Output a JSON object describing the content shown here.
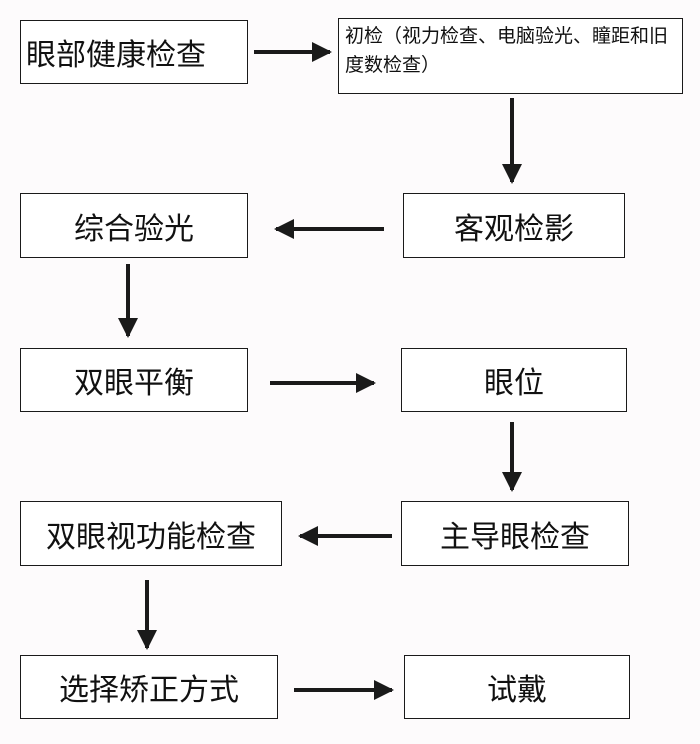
{
  "nodes": {
    "eye_exam": "眼部健康检查",
    "initial_exam": "初检（视力检查、电脑验光、瞳距和旧度数检查）",
    "objective_refraction": "客观检影",
    "comprehensive_refraction": "综合验光",
    "binocular_balance": "双眼平衡",
    "eye_position": "眼位",
    "dominant_eye": "主导眼检查",
    "binocular_function": "双眼视功能检查",
    "correction_method": "选择矫正方式",
    "trial_wear": "试戴"
  },
  "colors": {
    "line": "#1a1a1a",
    "box_fill": "#ffffff",
    "background": "#fdfbfc"
  }
}
